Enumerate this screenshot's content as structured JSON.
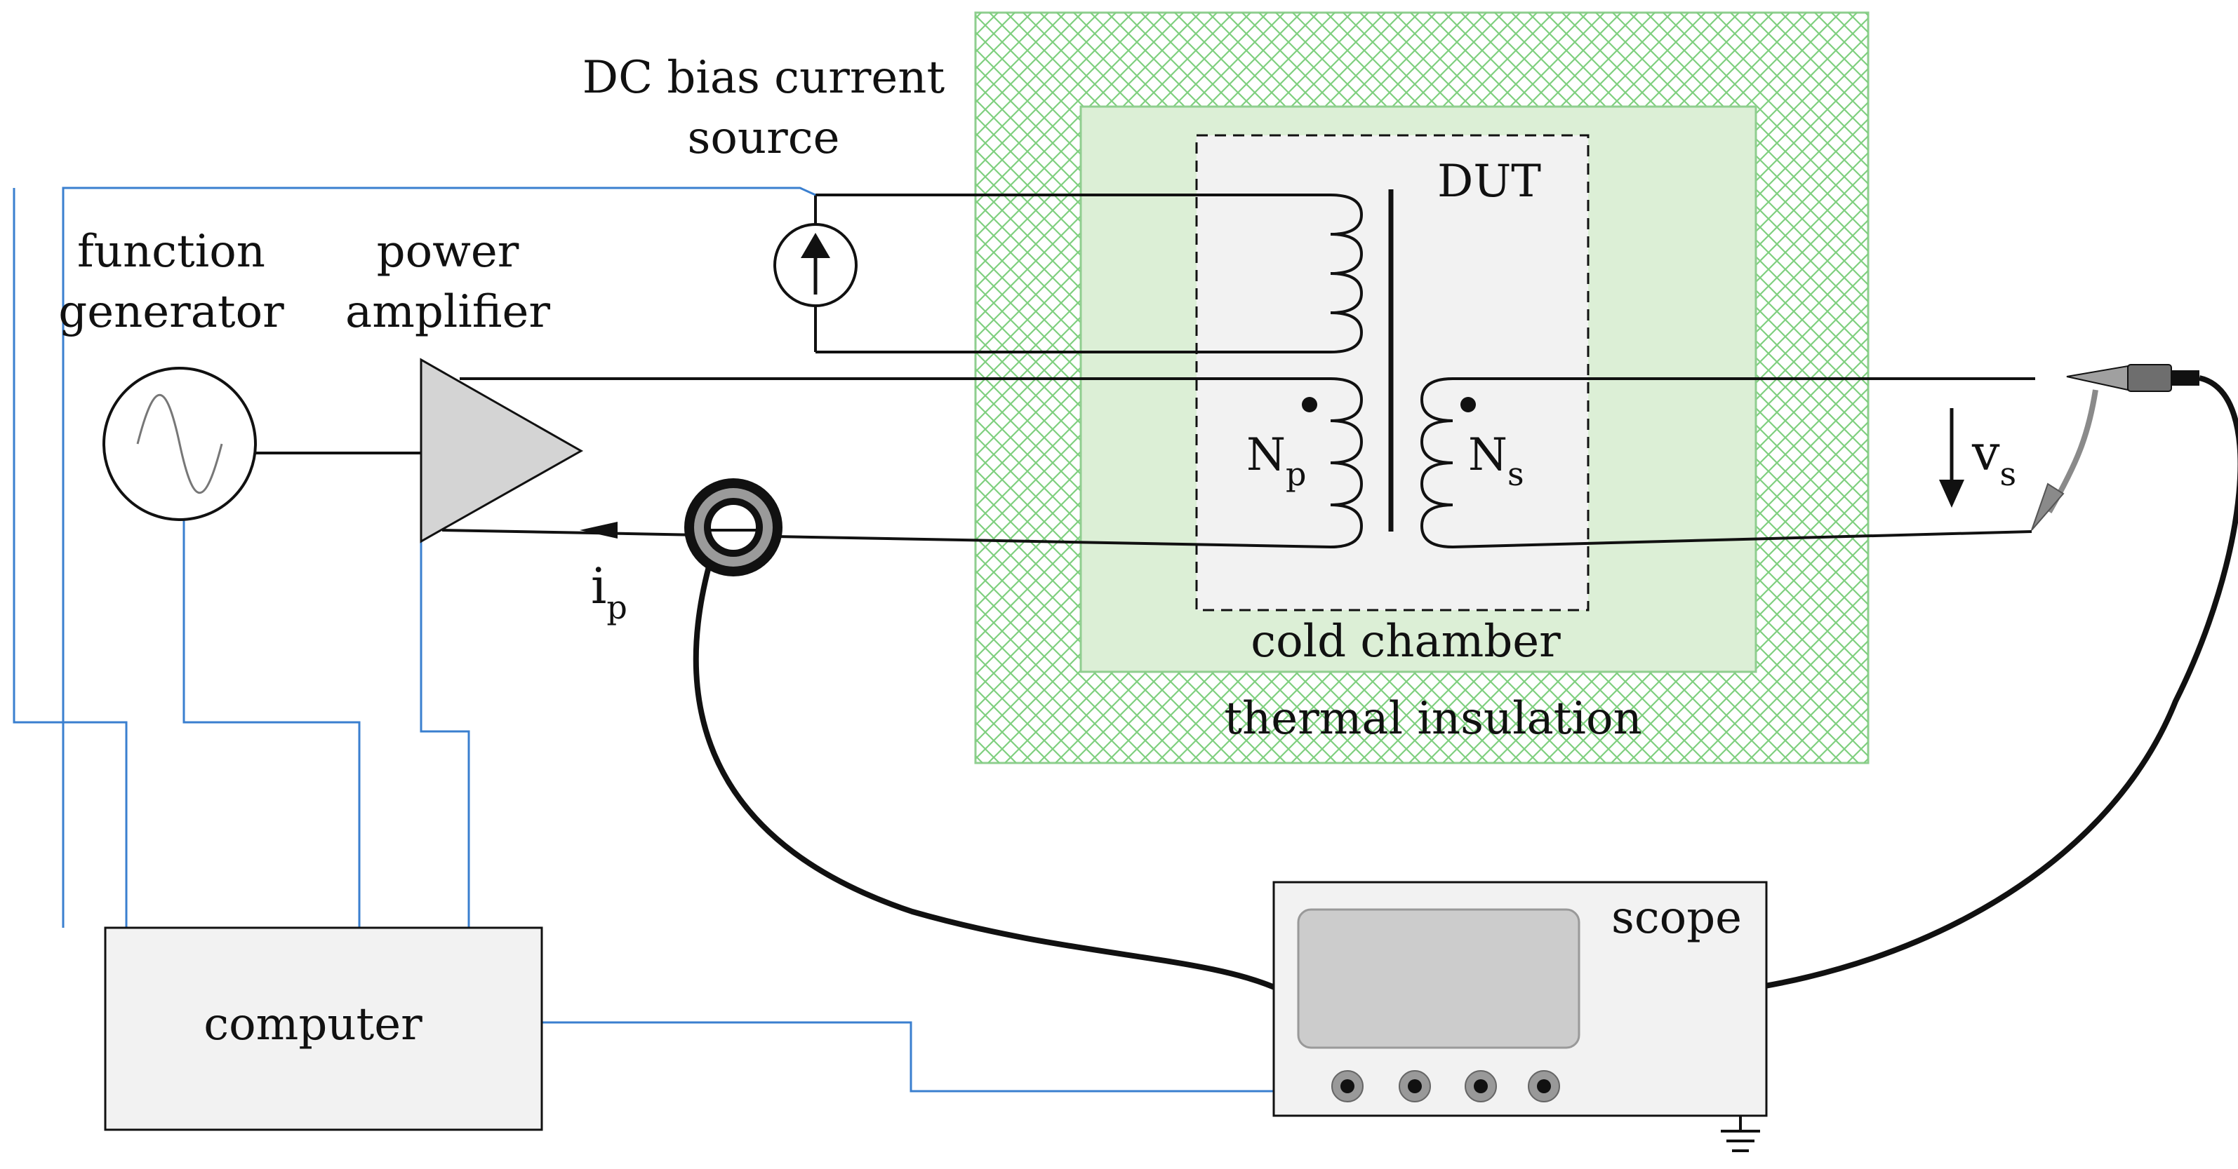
{
  "labels": {
    "dc_source_line1": "DC bias current",
    "dc_source_line2": "source",
    "function_generator_line1": "function",
    "function_generator_line2": "generator",
    "power_amplifier_line1": "power",
    "power_amplifier_line2": "amplifier",
    "dut": "DUT",
    "np_main": "N",
    "np_sub": "p",
    "ns_main": "N",
    "ns_sub": "s",
    "vs_main": "v",
    "vs_sub": "s",
    "ip_main": "i",
    "ip_sub": "p",
    "cold_chamber": "cold chamber",
    "thermal_insulation": "thermal insulation",
    "scope": "scope",
    "computer": "computer"
  },
  "colors": {
    "wire": "#111111",
    "control_wire": "#3a7fcf",
    "insulation_hatch": "#7fcf7f",
    "insulation_fill": "#ffffff",
    "cold_chamber_fill": "#dcefd6",
    "cold_chamber_stroke": "#8fce8f",
    "dut_fill": "#f2f2f2",
    "amplifier_fill": "#d4d4d4",
    "box_fill": "#f2f2f2",
    "scope_screen": "#cccccc",
    "probe_gray": "#8a8a8a"
  },
  "icons": {
    "function_generator": "sine-wave-icon",
    "dc_source": "current-source-arrow-icon",
    "current_probe": "current-probe-ring-icon",
    "voltage_probe": "voltage-probe-icon",
    "ground": "ground-icon"
  }
}
